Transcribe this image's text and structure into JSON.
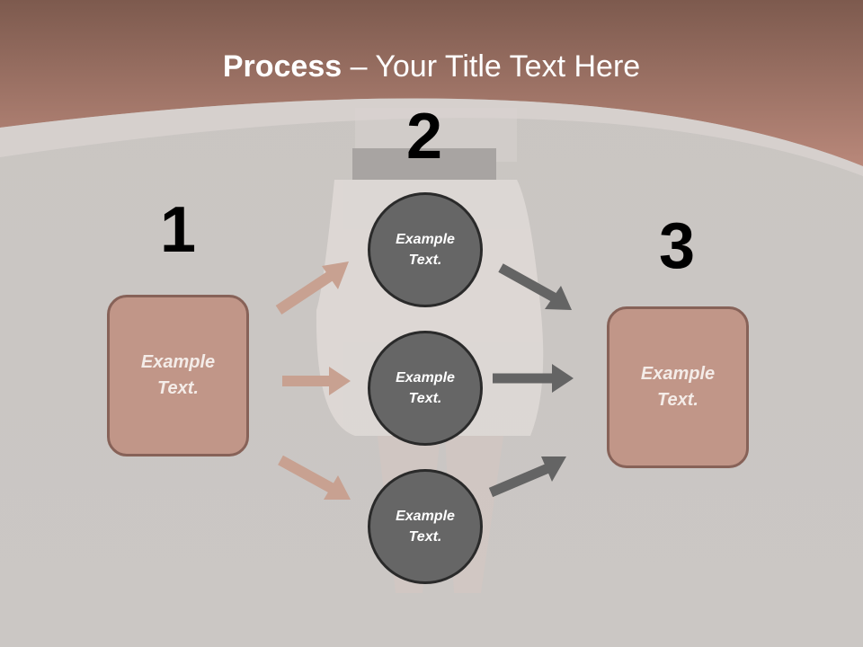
{
  "title": {
    "bold": "Process",
    "rest": " – Your Title Text Here"
  },
  "steps": {
    "one": "1",
    "two": "2",
    "three": "3"
  },
  "left_box": {
    "text": "Example\nText."
  },
  "right_box": {
    "text": "Example\nText."
  },
  "circles": [
    {
      "text": "Example\nText."
    },
    {
      "text": "Example\nText."
    },
    {
      "text": "Example\nText."
    }
  ],
  "colors": {
    "header": "#b5806f",
    "box_fill": "#c19688",
    "box_border": "#876258",
    "circle_fill": "#666666",
    "arrow_left": "#c8a191",
    "arrow_right": "#646464"
  }
}
